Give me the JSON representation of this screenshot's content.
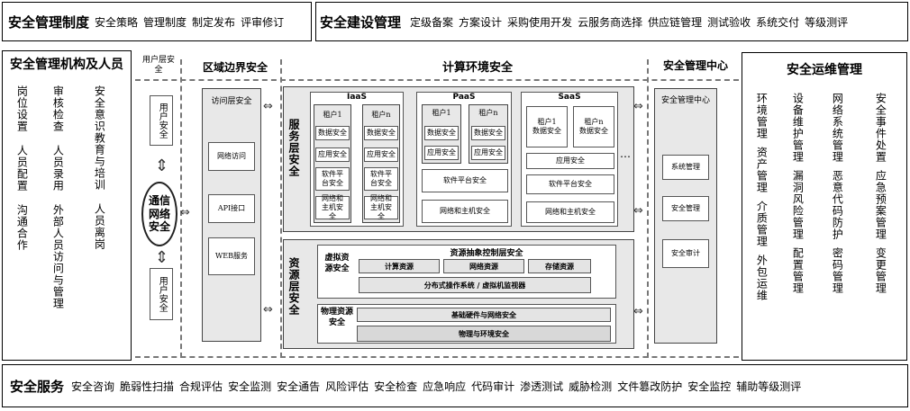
{
  "top_left": {
    "title": "安全管理制度",
    "items": [
      "安全策略",
      "管理制度",
      "制定发布",
      "评审修订"
    ]
  },
  "top_right": {
    "title": "安全建设管理",
    "items": [
      "定级备案",
      "方案设计",
      "采购使用开发",
      "云服务商选择",
      "供应链管理",
      "测试验收",
      "系统交付",
      "等级测评"
    ]
  },
  "left_panel": {
    "title": "安全管理机构及人员",
    "cols": [
      [
        "岗位设置",
        "人员配置",
        "沟通合作"
      ],
      [
        "审核检查",
        "人员录用",
        "外部人员访问与管理"
      ],
      [
        "安全意识教育与培训",
        "人员离岗"
      ]
    ]
  },
  "right_panel": {
    "title": "安全运维管理",
    "cols": [
      [
        "环境管理",
        "资产管理",
        "介质管理",
        "外包运维"
      ],
      [
        "设备维护管理",
        "漏洞风险管理",
        "配置管理"
      ],
      [
        "网络系统管理",
        "恶意代码防护",
        "密码管理"
      ],
      [
        "安全事件处置",
        "应急预案管理",
        "变更管理"
      ]
    ]
  },
  "bottom": {
    "title": "安全服务",
    "items": [
      "安全咨询",
      "脆弱性扫描",
      "合规评估",
      "安全监测",
      "安全通告",
      "风险评估",
      "安全检查",
      "应急响应",
      "代码审计",
      "渗透测试",
      "威胁检测",
      "文件篡改防护",
      "安全监控",
      "辅助等级测评"
    ]
  },
  "headers": {
    "user_layer": "用户层安全",
    "region": "区域边界安全",
    "compute": "计算环境安全",
    "mgmt_center": "安全管理中心"
  },
  "user": {
    "top": "用户安全",
    "bottom": "用户安全",
    "comm": "通信网络安全"
  },
  "access": {
    "title": "访问层安全",
    "items": [
      "网络访问",
      "API接口",
      "WEB服务"
    ]
  },
  "service_layer": {
    "label": "服务层安全",
    "iaas": {
      "name": "IaaS",
      "tenant1": "租户1",
      "tenantn": "租户n",
      "data": "数据安全",
      "app": "应用安全",
      "platform": "软件平台安全",
      "host": "网络和主机安全"
    },
    "paas": {
      "name": "PaaS",
      "tenant1": "租户1",
      "tenantn": "租户n",
      "data": "数据安全",
      "app": "应用安全",
      "platform": "软件平台安全",
      "host": "网络和主机安全"
    },
    "saas": {
      "name": "SaaS",
      "tenant1": "租户1",
      "tenantn": "租户n",
      "data": "数据安全",
      "app": "应用安全",
      "platform": "软件平台安全",
      "host": "网络和主机安全"
    },
    "ellipsis": "…"
  },
  "resource_layer": {
    "label": "资源层安全",
    "abstract": "资源抽象控制层安全",
    "virtual": "虚拟资源安全",
    "compute": "计算资源",
    "network": "网络资源",
    "storage": "存储资源",
    "dist": "分布式操作系统 / 虚拟机监视器",
    "physical": "物理资源安全",
    "hardware": "基础硬件与网络安全",
    "env": "物理与环境安全"
  },
  "mgmt": {
    "title": "安全管理中心",
    "items": [
      "系统管理",
      "安全管理",
      "安全审计"
    ]
  }
}
